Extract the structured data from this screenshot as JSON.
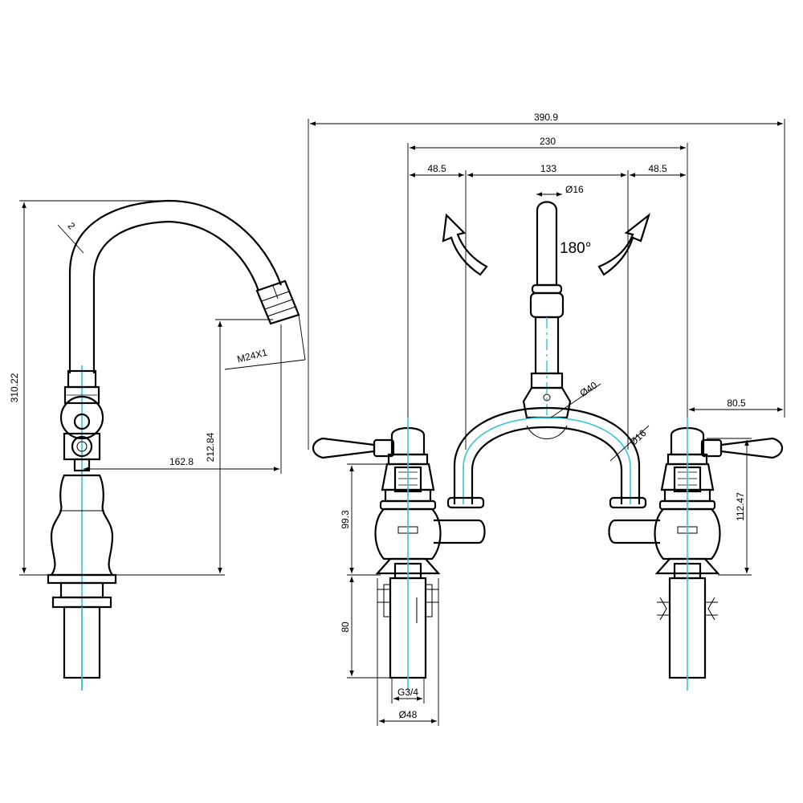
{
  "colors": {
    "line": "#000000",
    "centerline": "#2fc6d6",
    "background": "#ffffff"
  },
  "side_view": {
    "dimensions": {
      "height_total": "310.22",
      "wall_thickness": "2",
      "outlet_thread": "M24X1",
      "outlet_height": "212.84",
      "spout_reach": "162.8"
    }
  },
  "front_view": {
    "dimensions": {
      "overall_width": "390.9",
      "centers": "230",
      "left_offset": "48.5",
      "inner_width": "133",
      "right_offset": "48.5",
      "spout_diameter": "Ø16",
      "bridge_diameter": "Ø40",
      "arch_diameter": "Ø16",
      "lever_length": "80.5",
      "left_height": "99.3",
      "right_height": "112.47",
      "shank_length": "80",
      "thread": "G3/4",
      "base_diameter": "Ø48"
    },
    "rotation_label": "180°"
  }
}
